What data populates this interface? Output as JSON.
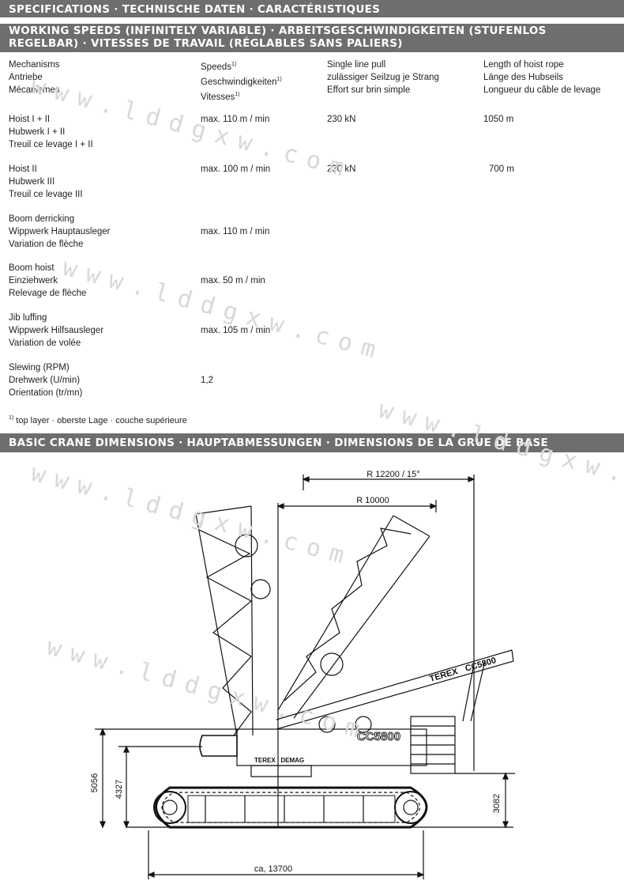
{
  "header": {
    "title": "SPECIFICATIONS · TECHNISCHE DATEN · CARACTÉRISTIQUES",
    "section_speeds_line1": "WORKING SPEEDS (INFINITELY VARIABLE) · ARBEITSGESCHWINDIGKEITEN (STUFENLOS",
    "section_speeds_line2": "REGELBAR) · VITESSES DE TRAVAIL (RÉGLABLES SANS PALIERS)",
    "section_dimensions": "BASIC CRANE DIMENSIONS · HAUPTABMESSUNGEN · DIMENSIONS DE LA GRUE DE BASE"
  },
  "columns": {
    "mechanisms": [
      "Mechanisms",
      "Antriebe",
      "Mécanismes"
    ],
    "speeds": [
      "Speeds",
      "Geschwindigkeiten",
      "Vitesses"
    ],
    "pull": [
      "Single line pull",
      "zulässiger Seilzug je Strang",
      "Effort sur brin simple"
    ],
    "rope": [
      "Length of hoist rope",
      "Länge des Hubseils",
      "Longueur du câble de levage"
    ],
    "sup": "1)"
  },
  "rows": [
    {
      "names": [
        "Hoist I + II",
        "Hubwerk I + II",
        "Treuil ce levage I + II"
      ],
      "speed": "max. 110 m / min",
      "pull": "230 kN",
      "rope": "1050 m"
    },
    {
      "names": [
        "Hoist II",
        "Hubwerk III",
        "Treuil ce levage III"
      ],
      "speed": "max. 100 m / min",
      "pull": "230 kN",
      "rope": "700 m"
    },
    {
      "names": [
        "Boom derricking",
        "Wippwerk Hauptausleger",
        "Variation de flèche"
      ],
      "speed": "max. 110 m / min",
      "pull": "",
      "rope": ""
    },
    {
      "names": [
        "Boom hoist",
        "Einziehwerk",
        "Relevage de flèche"
      ],
      "speed": "max. 50 m / min",
      "pull": "",
      "rope": ""
    },
    {
      "names": [
        "Jib luffing",
        "Wippwerk Hilfsausleger",
        "Variation de volée"
      ],
      "speed": "max. 105 m / min",
      "pull": "",
      "rope": ""
    },
    {
      "names": [
        "Slewing (RPM)",
        "Drehwerk (U/min)",
        "Orientation (tr/mn)"
      ],
      "speed": "1,2",
      "pull": "",
      "rope": ""
    }
  ],
  "footnote": {
    "mark": "1)",
    "text": "top layer · oberste Lage · couche supérieure"
  },
  "diagram": {
    "dim_radius_1": "R 12200 / 15°",
    "dim_radius_2": "R 10000",
    "dim_height_total": "5056",
    "dim_height_deck": "4327",
    "dim_height_counterweight": "3082",
    "dim_length": "ca, 13700",
    "brand_boom": "TEREX",
    "model_boom": "CC5800",
    "brand_body": "TEREX | DEMAG",
    "model_body": "CC5800"
  },
  "watermark": "www.lddgxw.com"
}
